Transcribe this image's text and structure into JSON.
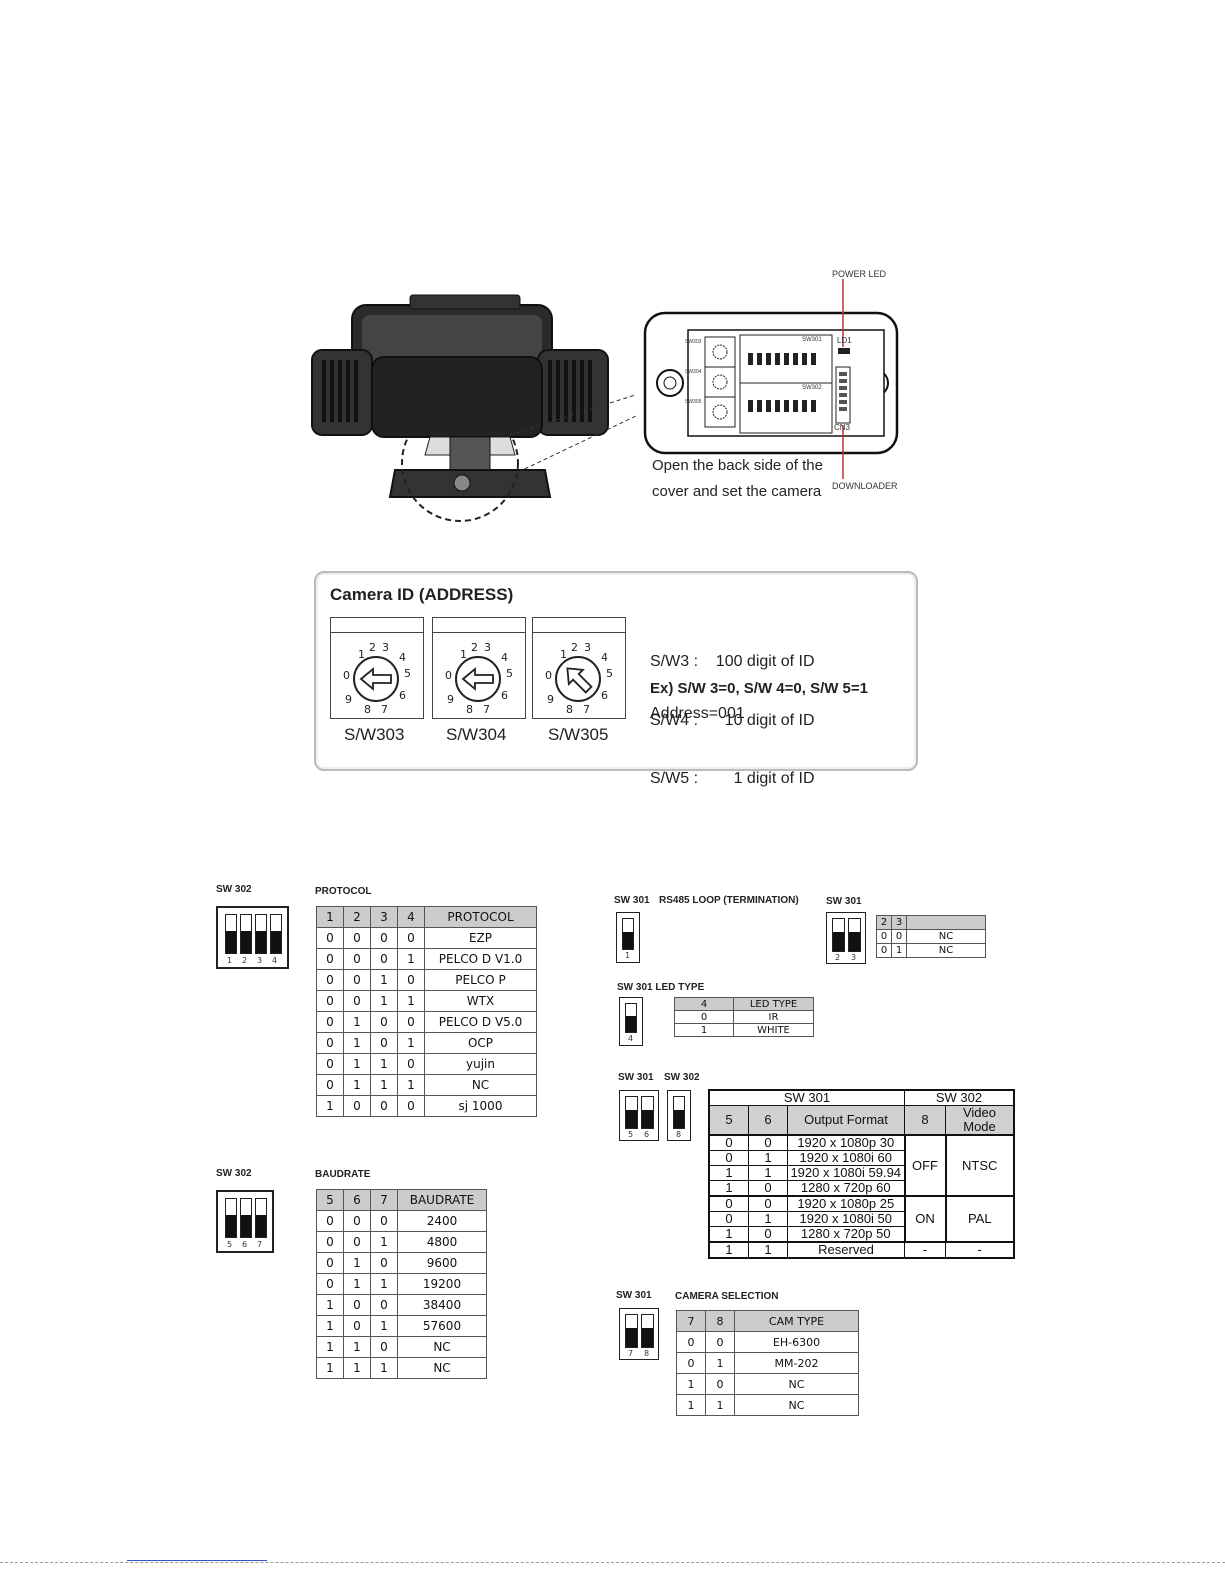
{
  "camera_diagram": {
    "power_led": "POWER LED",
    "downloader": "DOWNLOADER",
    "ld1": "LD1",
    "cn3": "CN3",
    "sw301": "SW301",
    "sw302": "SW302",
    "sw303": "SW303",
    "sw304": "SW304",
    "sw305": "SW305",
    "caption_line1": "Open the back side of the",
    "caption_line2": "cover and set the camera"
  },
  "camera_id": {
    "title": "Camera ID (ADDRESS)",
    "switches": [
      "S/W303",
      "S/W304",
      "S/W305"
    ],
    "lines": [
      "S/W3 :    100 digit of ID",
      "S/W4 :      10 digit of ID",
      "S/W5 :        1 digit of ID"
    ],
    "example": "Ex) S/W 3=0, S/W 4=0, S/W 5=1",
    "address": "Address=001"
  },
  "protocol": {
    "sw_label": "SW 302",
    "title": "PROTOCOL",
    "pins": [
      "1",
      "2",
      "3",
      "4"
    ],
    "header": [
      "1",
      "2",
      "3",
      "4",
      "PROTOCOL"
    ],
    "rows": [
      [
        "0",
        "0",
        "0",
        "0",
        "EZP"
      ],
      [
        "0",
        "0",
        "0",
        "1",
        "PELCO D V1.0"
      ],
      [
        "0",
        "0",
        "1",
        "0",
        "PELCO P"
      ],
      [
        "0",
        "0",
        "1",
        "1",
        "WTX"
      ],
      [
        "0",
        "1",
        "0",
        "0",
        "PELCO D V5.0"
      ],
      [
        "0",
        "1",
        "0",
        "1",
        "OCP"
      ],
      [
        "0",
        "1",
        "1",
        "0",
        "yujin"
      ],
      [
        "0",
        "1",
        "1",
        "1",
        "NC"
      ],
      [
        "1",
        "0",
        "0",
        "0",
        "sj 1000"
      ]
    ]
  },
  "baudrate": {
    "sw_label": "SW 302",
    "title": "BAUDRATE",
    "pins": [
      "5",
      "6",
      "7"
    ],
    "header": [
      "5",
      "6",
      "7",
      "BAUDRATE"
    ],
    "rows": [
      [
        "0",
        "0",
        "0",
        "2400"
      ],
      [
        "0",
        "0",
        "1",
        "4800"
      ],
      [
        "0",
        "1",
        "0",
        "9600"
      ],
      [
        "0",
        "1",
        "1",
        "19200"
      ],
      [
        "1",
        "0",
        "0",
        "38400"
      ],
      [
        "1",
        "0",
        "1",
        "57600"
      ],
      [
        "1",
        "1",
        "0",
        "NC"
      ],
      [
        "1",
        "1",
        "1",
        "NC"
      ]
    ]
  },
  "rs485": {
    "sw_label": "SW 301",
    "title": "RS485 LOOP (TERMINATION)",
    "pins": [
      "1"
    ]
  },
  "sw301_23": {
    "sw_label": "SW 301",
    "pins": [
      "2",
      "3"
    ],
    "header": [
      "2",
      "3",
      ""
    ],
    "rows": [
      [
        "0",
        "0",
        "NC"
      ],
      [
        "0",
        "1",
        "NC"
      ]
    ]
  },
  "led_type": {
    "sw_label": "SW 301 LED TYPE",
    "pins": [
      "4"
    ],
    "header": [
      "4",
      "LED TYPE"
    ],
    "rows": [
      [
        "0",
        "IR"
      ],
      [
        "1",
        "WHITE"
      ]
    ]
  },
  "video": {
    "sw_label_a": "SW 301",
    "sw_label_b": "SW 302",
    "pins_a": [
      "5",
      "6"
    ],
    "pins_b": [
      "8"
    ],
    "group_a": "SW 301",
    "group_b": "SW 302",
    "header": [
      "5",
      "6",
      "Output Format",
      "8",
      "Video Mode"
    ],
    "rows": [
      [
        "0",
        "0",
        "1920 x 1080p 30"
      ],
      [
        "0",
        "1",
        "1920 x 1080i 60"
      ],
      [
        "1",
        "1",
        "1920 x 1080i 59.94"
      ],
      [
        "1",
        "0",
        "1280 x 720p 60"
      ],
      [
        "0",
        "0",
        "1920 x 1080p 25"
      ],
      [
        "0",
        "1",
        "1920 x 1080i 50"
      ],
      [
        "1",
        "0",
        "1280 x 720p 50"
      ],
      [
        "1",
        "1",
        "Reserved"
      ]
    ],
    "ntsc_sw": "OFF",
    "ntsc_mode": "NTSC",
    "pal_sw": "ON",
    "pal_mode": "PAL",
    "reserved_sw": "-",
    "reserved_mode": "-"
  },
  "camera_selection": {
    "sw_label": "SW 301",
    "title": "CAMERA SELECTION",
    "pins": [
      "7",
      "8"
    ],
    "header": [
      "7",
      "8",
      "CAM TYPE"
    ],
    "rows": [
      [
        "0",
        "0",
        "EH-6300"
      ],
      [
        "0",
        "1",
        "MM-202"
      ],
      [
        "1",
        "0",
        "NC"
      ],
      [
        "1",
        "1",
        "NC"
      ]
    ]
  }
}
